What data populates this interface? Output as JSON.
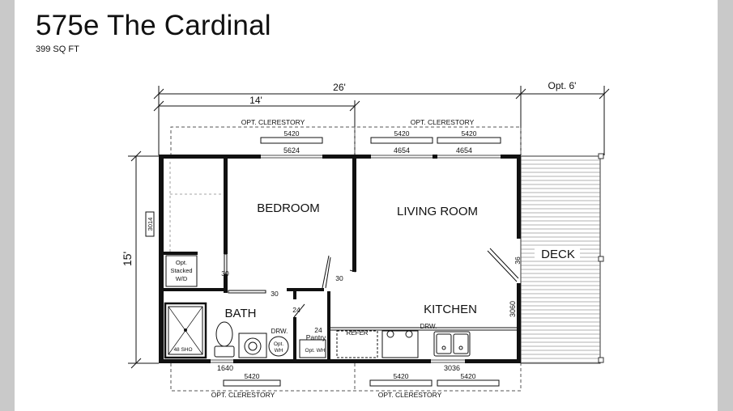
{
  "page": {
    "title": "575e The Cardinal",
    "subtitle": "399 SQ FT"
  },
  "dimensions": {
    "overall_width": "26'",
    "left_width": "14'",
    "deck_width": "Opt. 6'",
    "overall_depth": "15'"
  },
  "clerestory": {
    "top_left_label": "OPT. CLERESTORY",
    "top_right_label": "OPT. CLERESTORY",
    "bottom_left_label": "OPT. CLERESTORY",
    "bottom_right_label": "OPT. CLERESTORY",
    "top_left_window": "5420",
    "top_right_window_1": "5420",
    "top_right_window_2": "5420",
    "bottom_left_window": "5420",
    "bottom_right_window_1": "5420",
    "bottom_right_window_2": "5420"
  },
  "windows": {
    "bedroom_top": "5624",
    "living_top_1": "4654",
    "living_top_2": "4654",
    "left_side": "3014",
    "bath_bottom": "1640",
    "kitchen_bottom": "3036",
    "kitchen_right": "3060"
  },
  "rooms": {
    "bedroom": "BEDROOM",
    "living_room": "LIVING ROOM",
    "kitchen": "KITCHEN",
    "bath": "BATH",
    "deck": "DECK"
  },
  "doors": {
    "closet_door": "30",
    "bath_door": "30",
    "bedroom_door": "30",
    "pantry_door": "24",
    "deck_door": "36"
  },
  "fixtures": {
    "washer_dryer_line1": "Opt.",
    "washer_dryer_line2": "Stacked",
    "washer_dryer_line3": "W/D",
    "shower": "48 SHO",
    "bath_drawer": "DRW.",
    "opt_wh_line1": "Opt.",
    "opt_wh_line2": "WH",
    "pantry_size": "24",
    "pantry_label": "Pantry",
    "opt_wh_pantry": "Opt. WH",
    "refer": "REFER",
    "kitchen_drawer": "DRW."
  }
}
